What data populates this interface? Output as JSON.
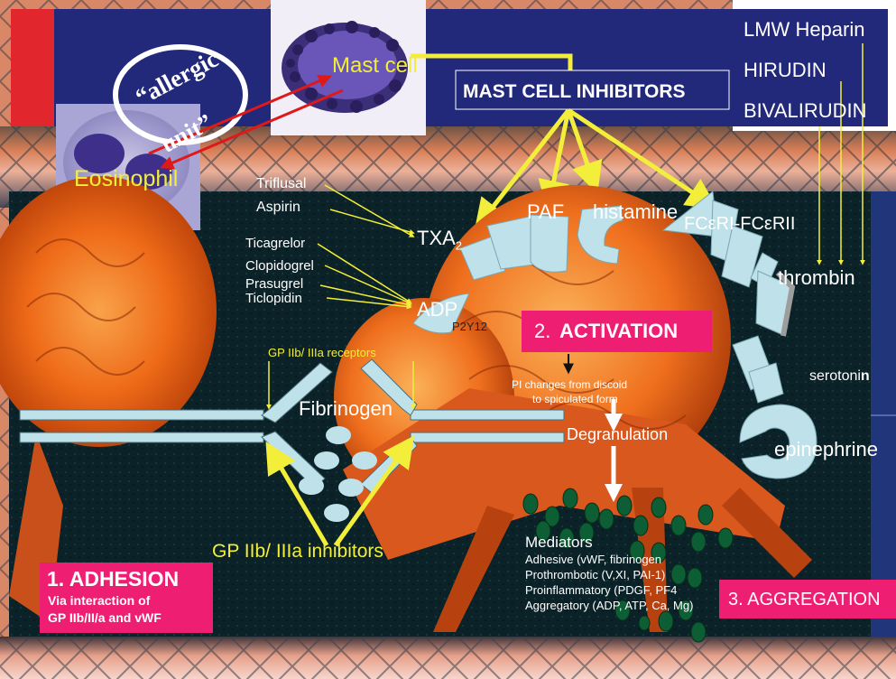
{
  "allergic_unit": {
    "mast_cell": "Mast cell",
    "eosinophil": "Eosinophil",
    "allergic": "“allergic",
    "unit": "unit”"
  },
  "mast_cell_inhibitors": "MAST CELL INHIBITORS",
  "anticoagulants": [
    "LMW Heparin",
    "HIRUDIN",
    "BIVALIRUDIN"
  ],
  "txa2_drugs": {
    "triflusal": "Triflusal",
    "aspirin": "Aspirin"
  },
  "adp_drugs": {
    "ticagrelor": "Ticagrelor",
    "clopidogrel": "Clopidogrel",
    "prasugrel": "Prasugrel",
    "ticlopidin": "Ticlopidin"
  },
  "receptors": {
    "txa2_main": "TXA",
    "txa2_sub": "2",
    "adp": "ADP",
    "p2y12": "P2Y12",
    "paf": "PAF",
    "histamine": "histamine",
    "fce": "FCεRI-FCεRII",
    "thrombin": "thrombin",
    "serotonin_main": "serotoni",
    "serotonin_bold": "n",
    "epinephrine": "epinephrine"
  },
  "activation": {
    "number": "2. ",
    "label": "ACTIVATION"
  },
  "shape_change": [
    "PI changes from discoid",
    "to spiculated form"
  ],
  "degranulation": "Degranulation",
  "fibrinogen": "Fibrinogen",
  "gp_receptors": "GP IIb/ IIIa receptors",
  "gp_inhibitors": "GP IIb/ IIIa inhibitors",
  "mediators": {
    "title": "Mediators",
    "items": [
      "Adhesive (vWF, fibrinogen",
      "Prothrombotic (V,XI, PAI-1)",
      "Proinflammatory (PDGF, PF4",
      "Aggregatory (ADP, ATP, Ca, Mg)"
    ]
  },
  "adhesion": {
    "title": "1.  ADHESION",
    "line1": "Via interaction of",
    "line2": "GP IIb/II/a and vWF"
  },
  "aggregation": "3. AGGREGATION",
  "colors": {
    "navy": "#22287a",
    "pink": "#ee1f73",
    "yellow": "#f2ee3a",
    "receptor": "#bfe1ea",
    "granule": "#0d5e34",
    "platelet": "#ea6a1c"
  }
}
